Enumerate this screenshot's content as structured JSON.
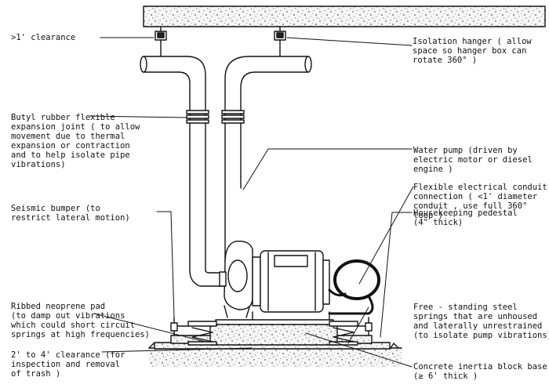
{
  "labels": {
    "clearance_top": ">1' clearance",
    "isolation_hanger": [
      "Isolation hanger ( allow",
      "space so hanger box can",
      "rotate 360° )"
    ],
    "butyl_joint": [
      "Butyl rubber flexible",
      "expansion joint ( to allow",
      "movement due to thermal",
      "expansion or contraction",
      "and to help isolate pipe",
      "vibrations)"
    ],
    "water_pump": [
      "Water pump (driven by",
      "electric motor or diesel",
      "engine )"
    ],
    "flexible_conduit": [
      "Flexible electrical conduit",
      "connection ( <1' diameter",
      "conduit , use full 360°",
      "loop )"
    ],
    "seismic_bumper": [
      "Seismic bumper (to",
      "restrict lateral motion)"
    ],
    "housekeeping_pedestal": [
      "Housekeeping pedestal",
      "(4\" thick)"
    ],
    "ribbed_pad": [
      "Ribbed neoprene pad",
      "(to damp out vibrations",
      "which could short circuit",
      "springs at high frequencies)"
    ],
    "free_springs": [
      "Free - standing steel",
      "springs that are unhoused",
      "and laterally unrestrained",
      "(to isolate pump vibrations)"
    ],
    "clearance_bottom": [
      "2' to 4' clearance (for",
      "inspection and removal",
      "of trash )"
    ],
    "inertia_block": [
      "Concrete inertia block base",
      "(≥ 6' thick )"
    ]
  },
  "colors": {
    "ink": "#111111",
    "concrete": "#f4f4f4",
    "fill": "#ffffff"
  }
}
